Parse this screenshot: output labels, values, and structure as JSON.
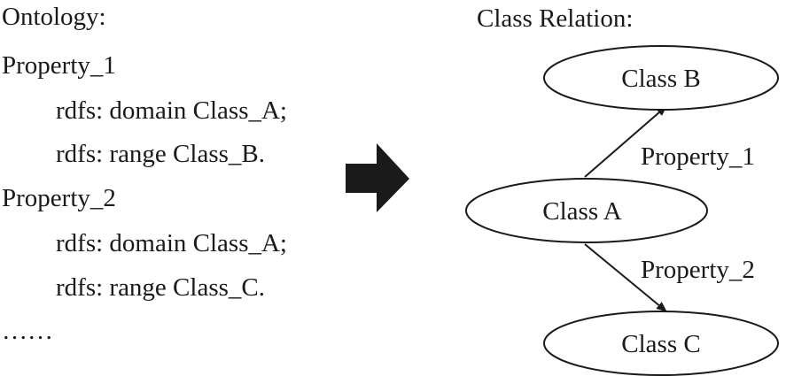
{
  "ontology": {
    "heading": "Ontology:",
    "lines": [
      "Property_1",
      "rdfs: domain Class_A;",
      "rdfs: range Class_B.",
      "Property_2",
      "rdfs: domain Class_A;",
      "rdfs: range Class_C.",
      "……"
    ]
  },
  "class_relation": {
    "heading": "Class Relation:",
    "nodes": {
      "class_a": "Class A",
      "class_b": "Class B",
      "class_c": "Class C"
    },
    "edges": {
      "a_to_b": "Property_1",
      "a_to_c": "Property_2"
    }
  },
  "colors": {
    "ink": "#1a1a1a",
    "arrow_fill": "#1a1a1a",
    "node_fill": "#ffffff"
  }
}
